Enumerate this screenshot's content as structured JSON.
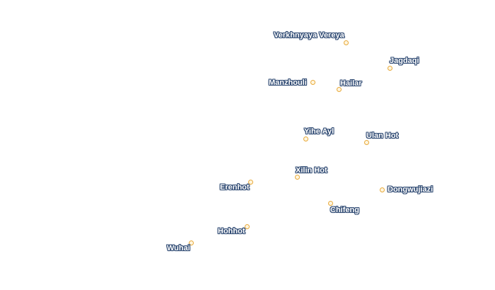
{
  "map": {
    "cities": [
      {
        "id": "verkhnyaya-vereya",
        "name": "Verkhnyaya Vereya"
      },
      {
        "id": "jagdaqi",
        "name": "Jagdaqi"
      },
      {
        "id": "manzhouli",
        "name": "Manzhouli"
      },
      {
        "id": "hailar",
        "name": "Hailar"
      },
      {
        "id": "yihe-ayl",
        "name": "Yihe Ayl"
      },
      {
        "id": "ulan-hot",
        "name": "Ulan Hot"
      },
      {
        "id": "xilin-hot",
        "name": "Xilin Hot"
      },
      {
        "id": "erenhot",
        "name": "Erenhot"
      },
      {
        "id": "dongwujiazi",
        "name": "Dongwujiazi"
      },
      {
        "id": "chifeng",
        "name": "Chifeng"
      },
      {
        "id": "hohhot",
        "name": "Hohhot"
      },
      {
        "id": "wuhai",
        "name": "Wuhai"
      }
    ],
    "colors": {
      "label_fill": "#ffffff",
      "label_halo": "#2f4a73",
      "marker_stroke": "#e8a93a",
      "marker_fill": "#fff6e0",
      "background": "#ffffff"
    }
  }
}
